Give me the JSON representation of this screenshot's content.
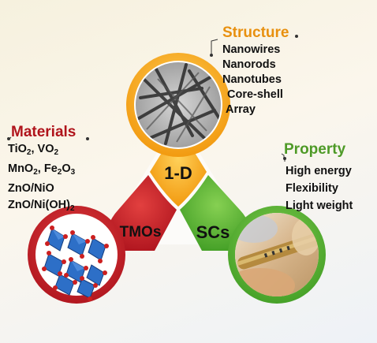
{
  "hub": {
    "top_label": "1-D",
    "left_label": "TMOs",
    "right_label": "SCs"
  },
  "structure": {
    "title": "Structure",
    "items": [
      "Nanowires",
      "Nanorods",
      "Nanotubes",
      "Core-shell",
      "Array"
    ]
  },
  "materials": {
    "title": "Materials",
    "items": [
      {
        "parts": [
          "TiO",
          "2",
          ", VO",
          "2",
          ""
        ]
      },
      {
        "parts": [
          "MnO",
          "2",
          ", Fe",
          "2",
          "O",
          "3"
        ]
      },
      {
        "parts": [
          "ZnO/NiO"
        ]
      },
      {
        "parts": [
          "ZnO/Ni(OH)",
          "2"
        ]
      }
    ]
  },
  "property": {
    "title": "Property",
    "items": [
      "High energy",
      "Flexibility",
      "Light weight"
    ]
  },
  "colors": {
    "orange": "#f7a51b",
    "red": "#c8202a",
    "green": "#5bb032",
    "structure_title": "#e8900f",
    "materials_title": "#b0141c",
    "property_title": "#4e9a27"
  }
}
